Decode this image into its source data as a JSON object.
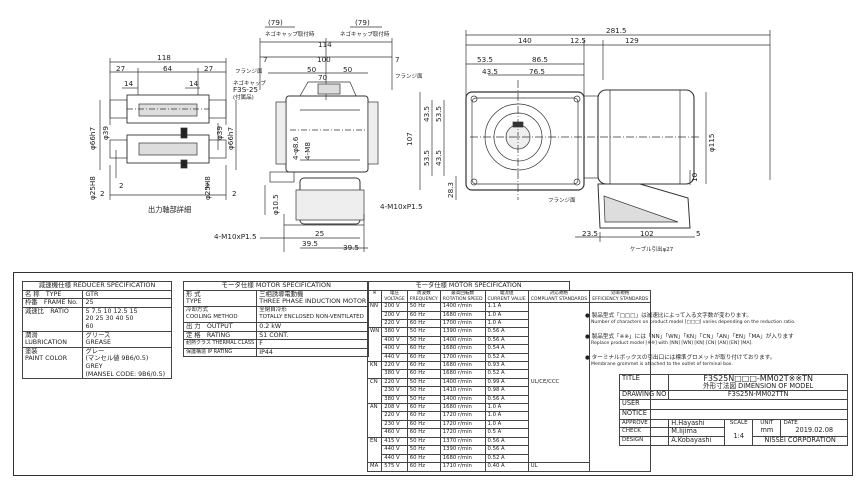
{
  "drawing": {
    "dims": {
      "d118": "118",
      "d27a": "27",
      "d64": "64",
      "d27b": "27",
      "d14a": "14",
      "d14b": "14",
      "d2a": "2",
      "d2b": "2",
      "d2c": "2",
      "d2d": "2",
      "d66h7a": "φ66h7",
      "d39a": "φ39",
      "d25h8a": "φ25H8",
      "d66h7b": "φ66h7",
      "d39b": "φ39",
      "d25h8b": "φ25H8",
      "shaft_caption": "出力軸部詳細",
      "d79a": "(79)",
      "d79b": "(79)",
      "cap_a": "ネゴキャップ取付時",
      "cap_b": "ネゴキャップ取付時",
      "d114": "114",
      "d7a": "7",
      "d100": "100",
      "d7b": "7",
      "d50a": "50",
      "d50b": "50",
      "d70": "70",
      "flange_a": "フランジ面",
      "flange_b": "フランジ面",
      "nego": "ネゴキャップ",
      "f3s25": "F3S-25",
      "fuzokuhin": "(付属品)",
      "d4m8": "4-φ8.6",
      "d4m8b": "4-M8",
      "d10_5": "φ10.5",
      "m10a": "4-M10xP1.5",
      "m10b": "4-M10xP1.5",
      "d25": "25",
      "d39_5a": "39.5",
      "d39_5b": "39.5",
      "d281_5": "281.5",
      "d140": "140",
      "d12_5": "12.5",
      "d129": "129",
      "d53_5a": "53.5",
      "d86_5": "86.5",
      "d43_5a": "43.5",
      "d76_5": "76.5",
      "d107": "107",
      "d43_5b": "43.5",
      "d53_5b": "53.5",
      "d53_5c": "53.5",
      "d43_5c": "43.5",
      "d28_3": "28.3",
      "d115": "φ115",
      "d10": "10",
      "flange_c": "フランジ面",
      "d23_5": "23.5",
      "d102": "102",
      "d5": "5",
      "cable": "ケーブル引出φ27"
    }
  },
  "reducer": {
    "title": "減速機仕様 REDUCER SPECIFICATION",
    "rows": [
      {
        "label": "名 称　TYPE",
        "value": "GTR"
      },
      {
        "label": "枠番　FRAME No.",
        "value": "25"
      },
      {
        "label": "減速比　RATIO",
        "value": "5 7.5 10 12.5 15\n20 25 30 40 50\n60"
      },
      {
        "label": "潤滑\nLUBRICATION",
        "value": "グリース\nGREASE"
      },
      {
        "label": "塗装\nPAINT COLOR",
        "value": "グレー\n(マンセル値 9B6/0.5)\nGREY\n(MANSEL CODE: 9B6/0.5)"
      }
    ]
  },
  "motor1": {
    "title": "モータ仕様 MOTOR SPECIFICATION",
    "rows": [
      {
        "label": "形 式\nTYPE",
        "value": "三相誘導電動機\nTHREE PHASE INDUCTION MOTOR"
      },
      {
        "label": "冷却方式\nCOOLING METHOD",
        "value": "全閉自冷形\nTOTALLY ENCLOSED NON-VENTILATED"
      },
      {
        "label": "出 力　OUTPUT",
        "value": "0.2 kW"
      },
      {
        "label": "定 格　RATING",
        "value": "S1 CONT."
      },
      {
        "label": "耐熱クラス THERMAL CLASS",
        "value": "F"
      },
      {
        "label": "保護構造 IP RATING",
        "value": "IP44"
      }
    ]
  },
  "motor2": {
    "title": "モータ仕様 MOTOR SPECIFICATION",
    "headers": [
      "※",
      "電圧\nVOLTAGE",
      "周波数\nFREQUENCY",
      "最高回転数\nROTATION SPEED",
      "電流値\nCURRENT VALUE",
      "対応規格\nCOMPLIANT STANDARDS",
      "効率規格\nEFFICIENCY STANDARDS"
    ],
    "groups": [
      {
        "code": "NN",
        "rows": [
          [
            "200 V",
            "50 Hz",
            "1400 r/min",
            "1.1 A"
          ],
          [
            "200 V",
            "60 Hz",
            "1680 r/min",
            "1.0 A"
          ],
          [
            "220 V",
            "60 Hz",
            "1700 r/min",
            "1.0 A"
          ]
        ]
      },
      {
        "code": "WN",
        "rows": [
          [
            "380 V",
            "50 Hz",
            "1390 r/min",
            "0.56 A"
          ],
          [
            "400 V",
            "50 Hz",
            "1400 r/min",
            "0.56 A"
          ],
          [
            "400 V",
            "60 Hz",
            "1680 r/min",
            "0.54 A"
          ],
          [
            "440 V",
            "60 Hz",
            "1700 r/min",
            "0.52 A"
          ]
        ]
      },
      {
        "code": "KN",
        "rows": [
          [
            "220 V",
            "60 Hz",
            "1680 r/min",
            "0.93 A"
          ],
          [
            "380 V",
            "60 Hz",
            "1680 r/min",
            "0.52 A"
          ]
        ]
      },
      {
        "code": "CN",
        "rows": [
          [
            "220 V",
            "50 Hz",
            "1400 r/min",
            "0.99 A"
          ],
          [
            "230 V",
            "50 Hz",
            "1410 r/min",
            "0.98 A"
          ],
          [
            "380 V",
            "50 Hz",
            "1400 r/min",
            "0.56 A"
          ]
        ]
      },
      {
        "code": "AN",
        "rows": [
          [
            "208 V",
            "60 Hz",
            "1680 r/min",
            "1.0 A"
          ],
          [
            "220 V",
            "60 Hz",
            "1720 r/min",
            "1.0 A"
          ],
          [
            "230 V",
            "60 Hz",
            "1720 r/min",
            "1.0 A"
          ],
          [
            "460 V",
            "60 Hz",
            "1720 r/min",
            "0.5 A"
          ]
        ]
      },
      {
        "code": "EN",
        "rows": [
          [
            "415 V",
            "50 Hz",
            "1370 r/min",
            "0.56 A"
          ],
          [
            "440 V",
            "50 Hz",
            "1390 r/min",
            "0.56 A"
          ],
          [
            "440 V",
            "60 Hz",
            "1680 r/min",
            "0.52 A"
          ]
        ]
      },
      {
        "code": "MA",
        "rows": [
          [
            "575 V",
            "60 Hz",
            "1710 r/min",
            "0.40 A"
          ]
        ]
      }
    ],
    "std_mid": "UL/CE/CCC",
    "std_last": "UL"
  },
  "notes": [
    {
      "jp": "● 製品型式「□□□」は減速比によって入る文字数が変わります。",
      "en": "Number of characters on product model [□□□] varies depending on the reduction ratio."
    },
    {
      "jp": "● 製品型式「※※」には「NN」「WN」「KN」「CN」「AN」「EN」「MA」が入ります",
      "en": "Replace product model [※※] with [NN] [WN] [KN] [CN] [AN] [EN] [MA]."
    },
    {
      "jp": "● ターミナルボックスの引出口には標準グロメットが取り付けております。",
      "en": "Membrane grommet is attached to the outlet of terminal box."
    }
  ],
  "titleblock": {
    "title_label": "TITLE",
    "title_model": "F3S25N□□□-MM02T※※TN",
    "title_desc": "外形寸法図 DIMENSION OF MODEL",
    "drawing_no_label": "DRAWING NO",
    "drawing_no": "F3S25N-MM02TTN",
    "user_label": "USER",
    "notice_label": "NOTICE",
    "approve_label": "APPROVE",
    "approve": "H.Hayashi",
    "check_label": "CHECK",
    "check": "M.Iijima",
    "design_label": "DESIGN",
    "design": "A.Kobayashi",
    "scale_label": "SCALE",
    "scale": "1:4",
    "unit_label": "UNIT",
    "unit": "mm",
    "date_label": "DATE",
    "date": "2019.02.08",
    "company": "NISSEI CORPORATION"
  }
}
